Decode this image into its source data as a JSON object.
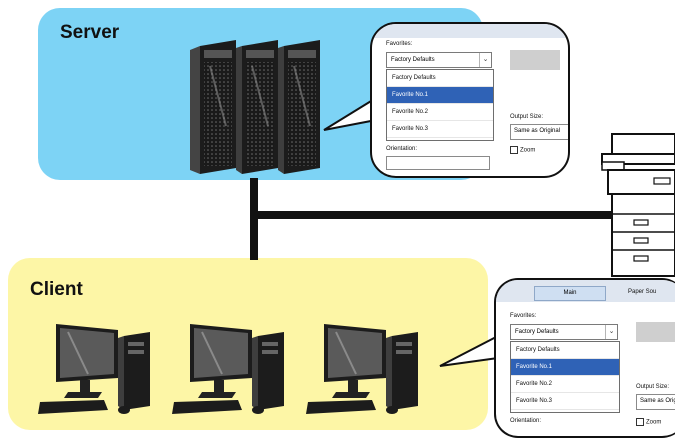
{
  "zones": {
    "server": {
      "label": "Server",
      "color": "#7dd3f5"
    },
    "client": {
      "label": "Client",
      "color": "#fdf6a6"
    }
  },
  "server_callout": {
    "favorites_label": "Favorites:",
    "selected_value": "Factory Defaults",
    "options": [
      "Factory Defaults",
      "Favorite No.1",
      "Favorite No.2",
      "Favorite No.3"
    ],
    "highlighted_option": "Favorite No.1",
    "output_size_label": "Output Size:",
    "output_size_value": "Same as Original",
    "zoom_label": "Zoom",
    "orientation_label": "Orientation:"
  },
  "client_callout": {
    "tab_main": "Main",
    "tab_paper": "Paper Sou",
    "favorites_label": "Favorites:",
    "selected_value": "Factory Defaults",
    "options": [
      "Factory Defaults",
      "Favorite No.1",
      "Favorite No.2",
      "Favorite No.3"
    ],
    "highlighted_option": "Favorite No.1",
    "output_size_label": "Output Size:",
    "output_size_value": "Same as Origi",
    "zoom_label": "Zoom",
    "orientation_label": "Orientation:"
  },
  "icons": {
    "server": "server-rack-icon",
    "client": "desktop-computer-icon",
    "printer": "multifunction-printer-icon"
  },
  "colors": {
    "network_line": "#111111",
    "selection": "#2f62b6"
  }
}
